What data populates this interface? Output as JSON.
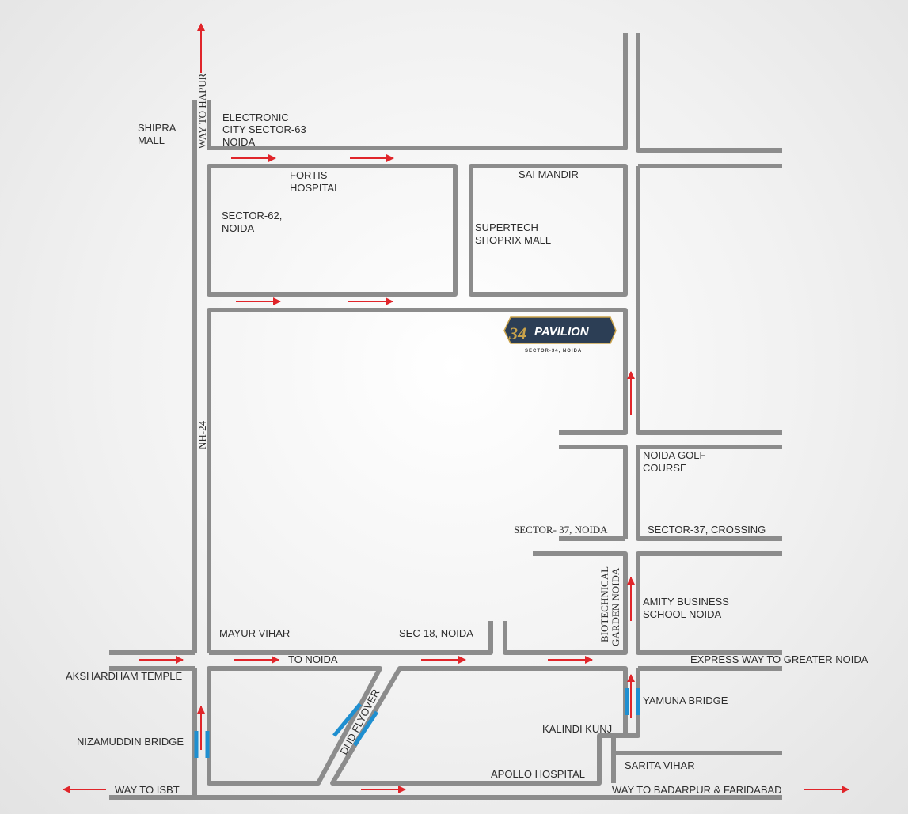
{
  "labels": {
    "shipra_mall": [
      "SHIPRA",
      "MALL"
    ],
    "way_to_hapur": "WAY TO HAPUR",
    "electronic_city": [
      "ELECTRONIC",
      "CITY SECTOR-63",
      "NOIDA"
    ],
    "fortis": [
      "FORTIS",
      "HOSPITAL"
    ],
    "sai_mandir": "SAI MANDIR",
    "sector_62": [
      "SECTOR-62,",
      "NOIDA"
    ],
    "supertech": [
      "SUPERTECH",
      "SHOPRIX MALL"
    ],
    "nh24": "NH-24",
    "noida_golf": [
      "NOIDA GOLF",
      "COURSE"
    ],
    "sector_37_noida": "SECTOR- 37, NOIDA",
    "sector_37_crossing": "SECTOR-37, CROSSING",
    "biotechnical": [
      "BIOTECHNICAL",
      "GARDEN NOIDA"
    ],
    "amity": [
      "AMITY BUSINESS",
      "SCHOOL NOIDA"
    ],
    "mayur_vihar": "MAYUR VIHAR",
    "sec18": "SEC-18, NOIDA",
    "to_noida": "TO NOIDA",
    "expressway": "EXPRESS WAY TO GREATER NOIDA",
    "akshardham": "AKSHARDHAM TEMPLE",
    "dnd_flyover": "DND FLYOVER",
    "yamuna_bridge": "YAMUNA BRIDGE",
    "nizamuddin_bridge": "NIZAMUDDIN BRIDGE",
    "kalindi_kunj": "KALINDI KUNJ",
    "sarita_vihar": "SARITA VIHAR",
    "apollo": "APOLLO HOSPITAL",
    "way_to_isbt": "WAY TO ISBT",
    "way_to_badarpur": "WAY TO BADARPUR & FARIDABAD"
  },
  "logo": {
    "number": "34",
    "name": "PAVILION",
    "tagline": "SECTOR-34, NOIDA"
  },
  "colors": {
    "arrow": "#e0252a",
    "bridge": "#1f8fd0",
    "road": "#8c8c8c",
    "logo_bg": "#2c3e55",
    "logo_gold": "#c9a24a"
  }
}
